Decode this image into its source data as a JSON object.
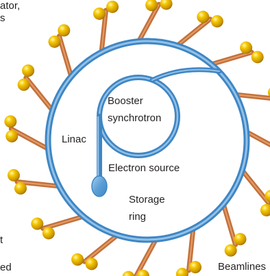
{
  "labels": {
    "booster": [
      "Booster",
      "synchrotron"
    ],
    "linac": "Linac",
    "electron_source": "Electron source",
    "storage_ring": [
      "Storage",
      "ring"
    ],
    "beamlines": "Beamlines"
  },
  "edge_text": {
    "line1": "ator,",
    "line2": "s",
    "line3": "t",
    "line4": "ed"
  },
  "beamline_count": 16,
  "colors": {
    "ring": "#5b9fd6",
    "ring_light": "#a8cff0",
    "beamline": "#d9874e",
    "sphere": "#f2c200",
    "text": "#231f20"
  }
}
